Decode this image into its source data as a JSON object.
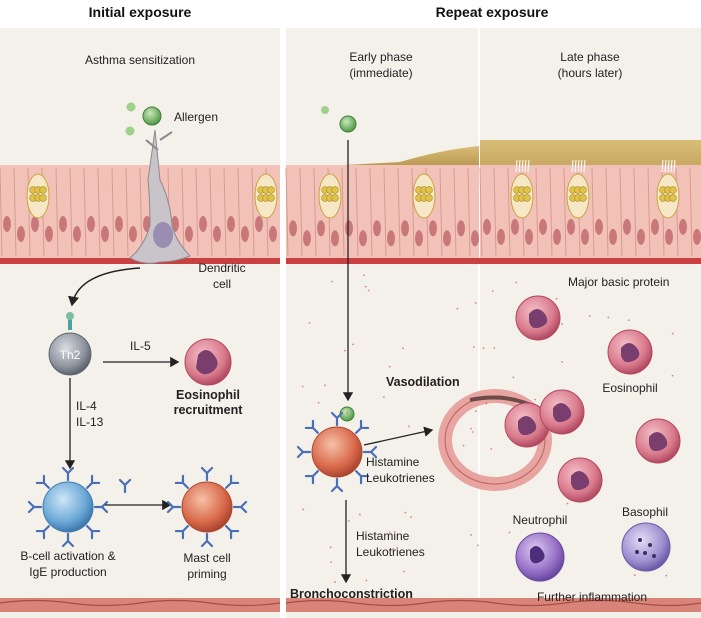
{
  "headers": {
    "initial": "Initial exposure",
    "repeat": "Repeat exposure"
  },
  "subheaders": {
    "sensitization": "Asthma sensitization",
    "early_line1": "Early phase",
    "early_line2": "(immediate)",
    "late_line1": "Late phase",
    "late_line2": "(hours later)"
  },
  "labels": {
    "allergen": "Allergen",
    "dendritic_line1": "Dendritic",
    "dendritic_line2": "cell",
    "th2": "Th2",
    "il5": "IL-5",
    "il4": "IL-4",
    "il13": "IL-13",
    "eosinophil_recruitment_line1": "Eosinophil",
    "eosinophil_recruitment_line2": "recruitment",
    "bcell_line1": "B-cell activation &",
    "bcell_line2": "IgE production",
    "mastcell_line1": "Mast cell",
    "mastcell_line2": "priming",
    "vasodilation": "Vasodilation",
    "histamine_a": "Histamine",
    "leukotrienes_a": "Leukotrienes",
    "histamine_b": "Histamine",
    "leukotrienes_b": "Leukotrienes",
    "bronchoconstriction": "Bronchoconstriction",
    "major_basic_protein": "Major basic protein",
    "eosinophil": "Eosinophil",
    "neutrophil": "Neutrophil",
    "basophil": "Basophil",
    "further_inflammation": "Further inflammation"
  },
  "colors": {
    "panel_bg": "#f3f0ea",
    "epithelium": "#f2c2b8",
    "nucleus": "#c9787a",
    "goblet": "#e0c24a",
    "mucus": "#c8a55a",
    "basement": "#b8383a",
    "allergen": "#6cae5a",
    "th2": "#8a8f98",
    "bcell": "#5c9cd0",
    "mast": "#d96a50",
    "eosinophil": "#c85a70",
    "neutrophil": "#8c66c0",
    "basophil": "#7f6bb8",
    "antibody": "#4a6fb5"
  }
}
